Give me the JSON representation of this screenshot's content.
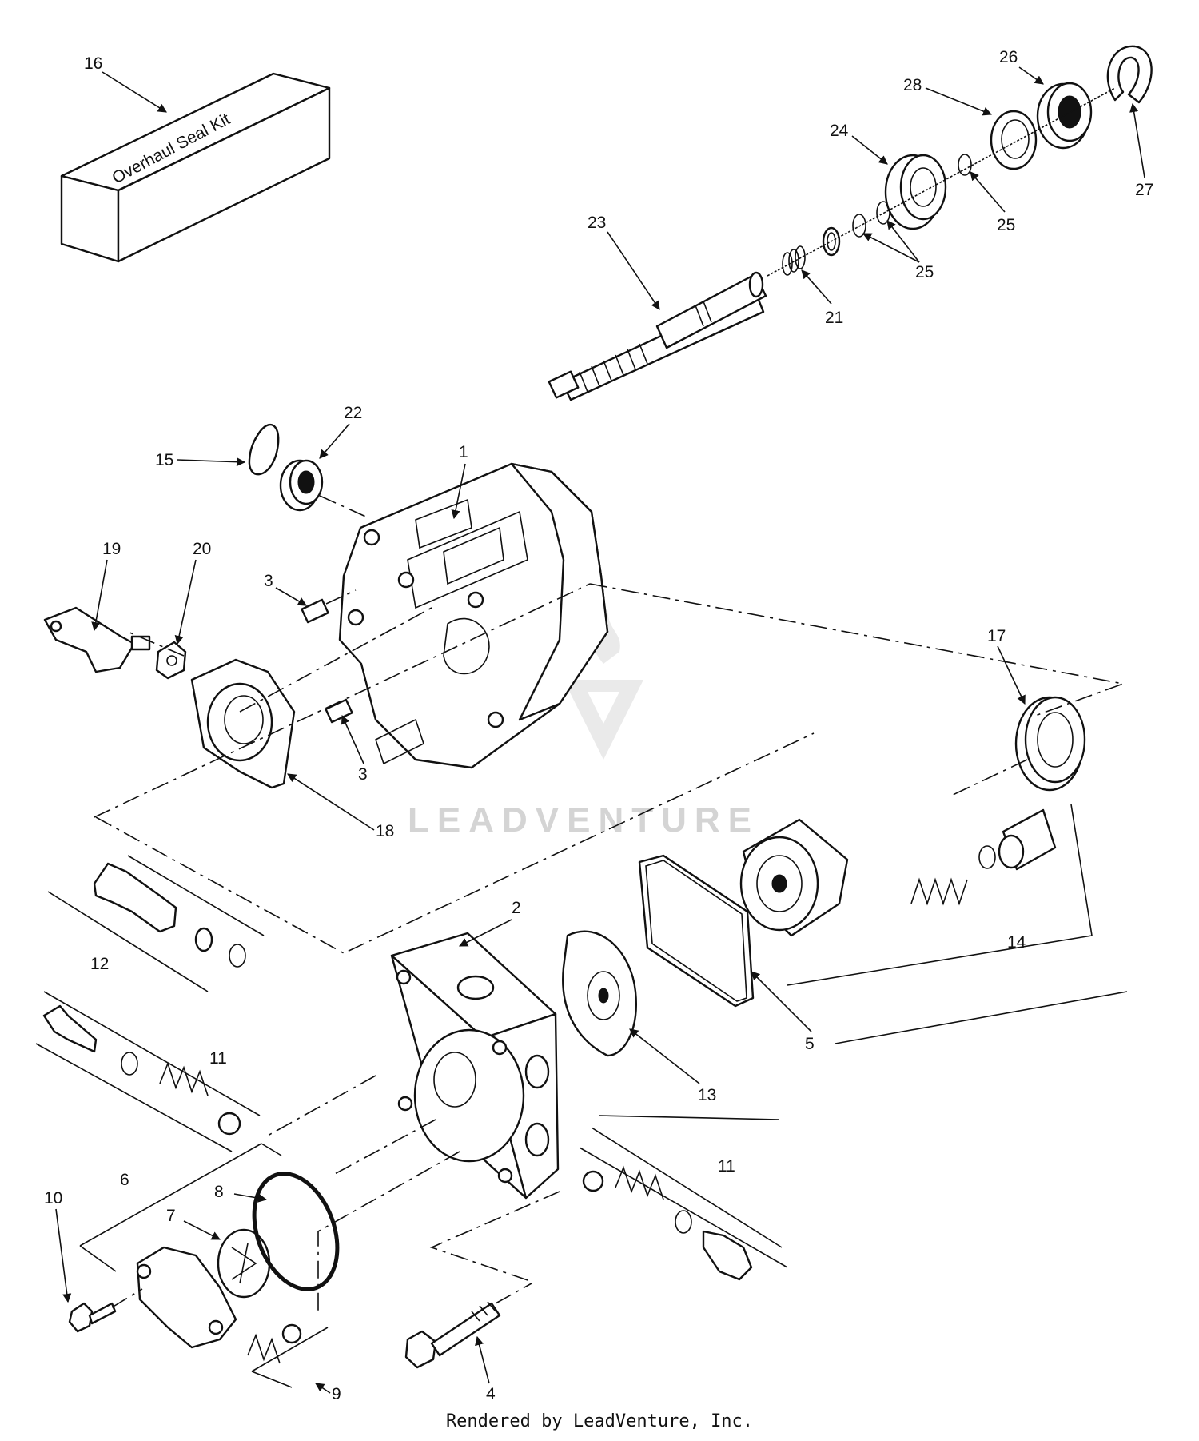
{
  "kit_label": "Overhaul Seal Kit",
  "watermark": "LEADVENTURE",
  "footer": "Rendered by LeadVenture, Inc.",
  "callouts": {
    "c16": "16",
    "c26": "26",
    "c28": "28",
    "c24": "24",
    "c27": "27",
    "c25a": "25",
    "c23": "23",
    "c25b": "25",
    "c21": "21",
    "c22": "22",
    "c15": "15",
    "c1": "1",
    "c19": "19",
    "c20": "20",
    "c3a": "3",
    "c17": "17",
    "c3b": "3",
    "c18": "18",
    "c2": "2",
    "c12": "12",
    "c14": "14",
    "c11a": "11",
    "c5": "5",
    "c13": "13",
    "c11b": "11",
    "c6": "6",
    "c10": "10",
    "c8": "8",
    "c7": "7",
    "c4": "4",
    "c9": "9"
  }
}
